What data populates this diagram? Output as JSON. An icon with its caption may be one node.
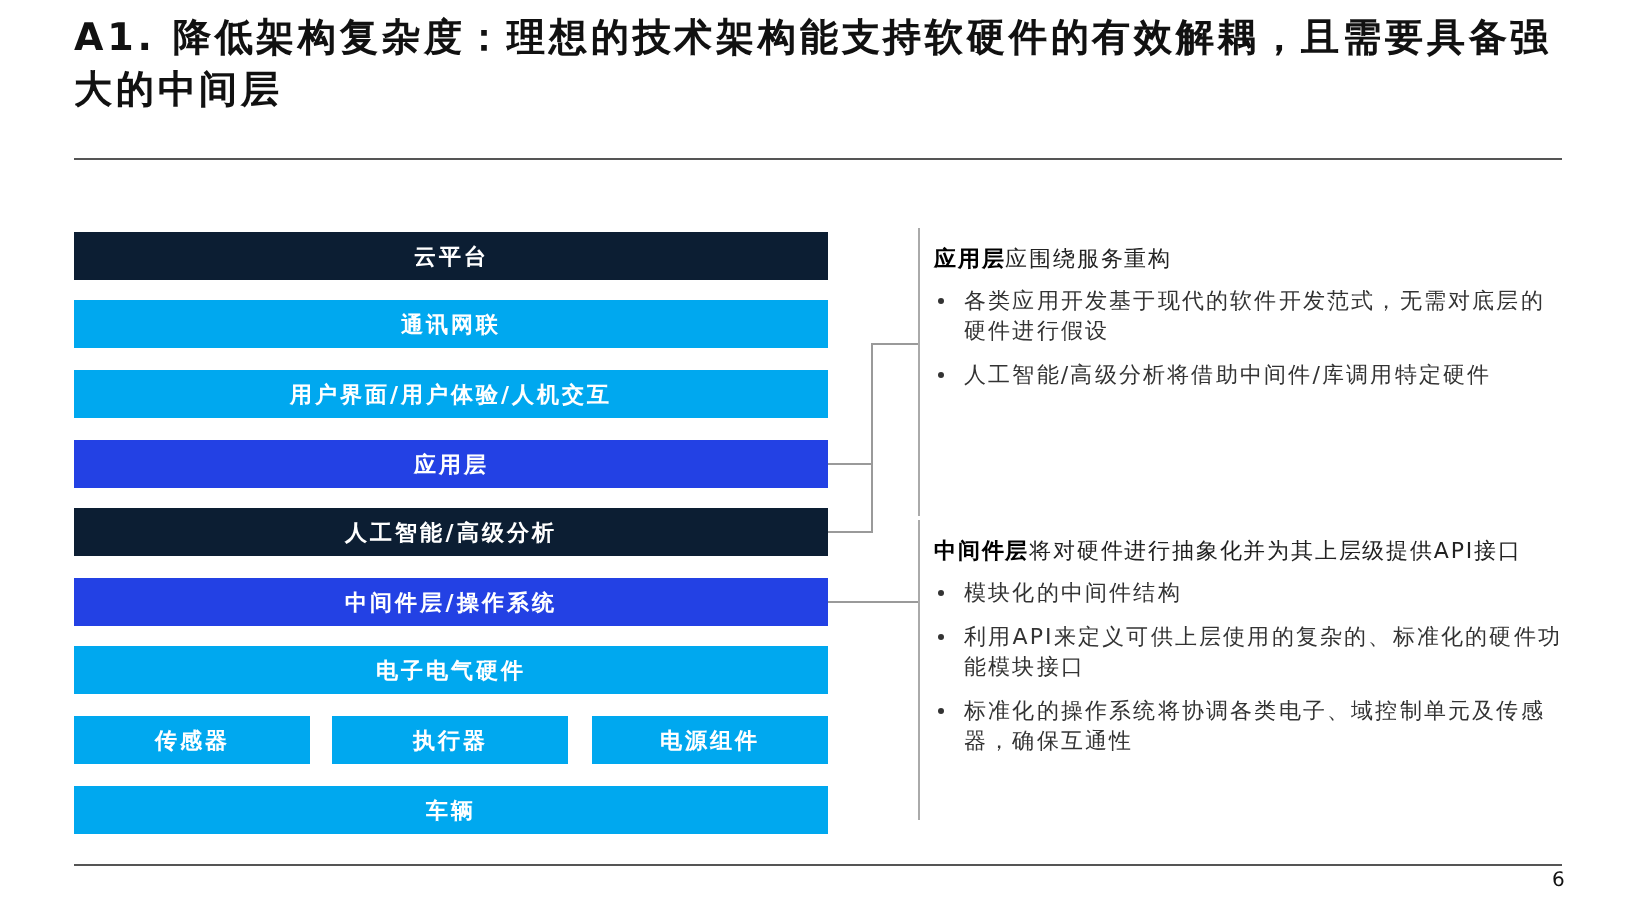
{
  "diagram": {
    "title": "A1. 降低架构复杂度：理想的技术架构能支持软硬件的有效解耦，且需要具备强大的中间层",
    "nodes": [
      {
        "text": [
          "云平台"
        ]
      },
      {
        "text": [
          "通讯网联"
        ]
      },
      {
        "text": [
          "用户界面/用户体验/人机交互"
        ]
      },
      {
        "text": [
          "应用层"
        ]
      },
      {
        "text": [
          "人工智能/高级分析"
        ]
      },
      {
        "text": [
          "中间件层/操作系统"
        ]
      },
      {
        "text": [
          "电子电气硬件"
        ]
      },
      {
        "text": [
          "传感器"
        ]
      },
      {
        "text": [
          "执行器"
        ]
      },
      {
        "text": [
          "电源组件"
        ]
      },
      {
        "text": [
          "车辆"
        ]
      },
      {
        "text": [
          "**应用层**应围绕服务重构",
          "各类应用开发基于现代的软件开发范式，无需对底层的硬件进行假设",
          "人工智能/高级分析将借助中间件/库调用特定硬件"
        ]
      },
      {
        "text": [
          "**中间件层**将对硬件进行抽象化并为其上层级提供API接口",
          "模块化的中间件结构",
          "利用API来定义可供上层使用的复杂的、标准化的硬件功能模块接口",
          "标准化的操作系统将协调各类电子、域控制单元及传感器，确保互通性"
        ]
      }
    ],
    "edges": [
      {
        "from": 3,
        "to": 11,
        "arrow": "none"
      },
      {
        "from": 4,
        "to": 11,
        "arrow": "none"
      },
      {
        "from": 5,
        "to": 12,
        "arrow": "none"
      }
    ],
    "labels": [
      "6"
    ]
  }
}
